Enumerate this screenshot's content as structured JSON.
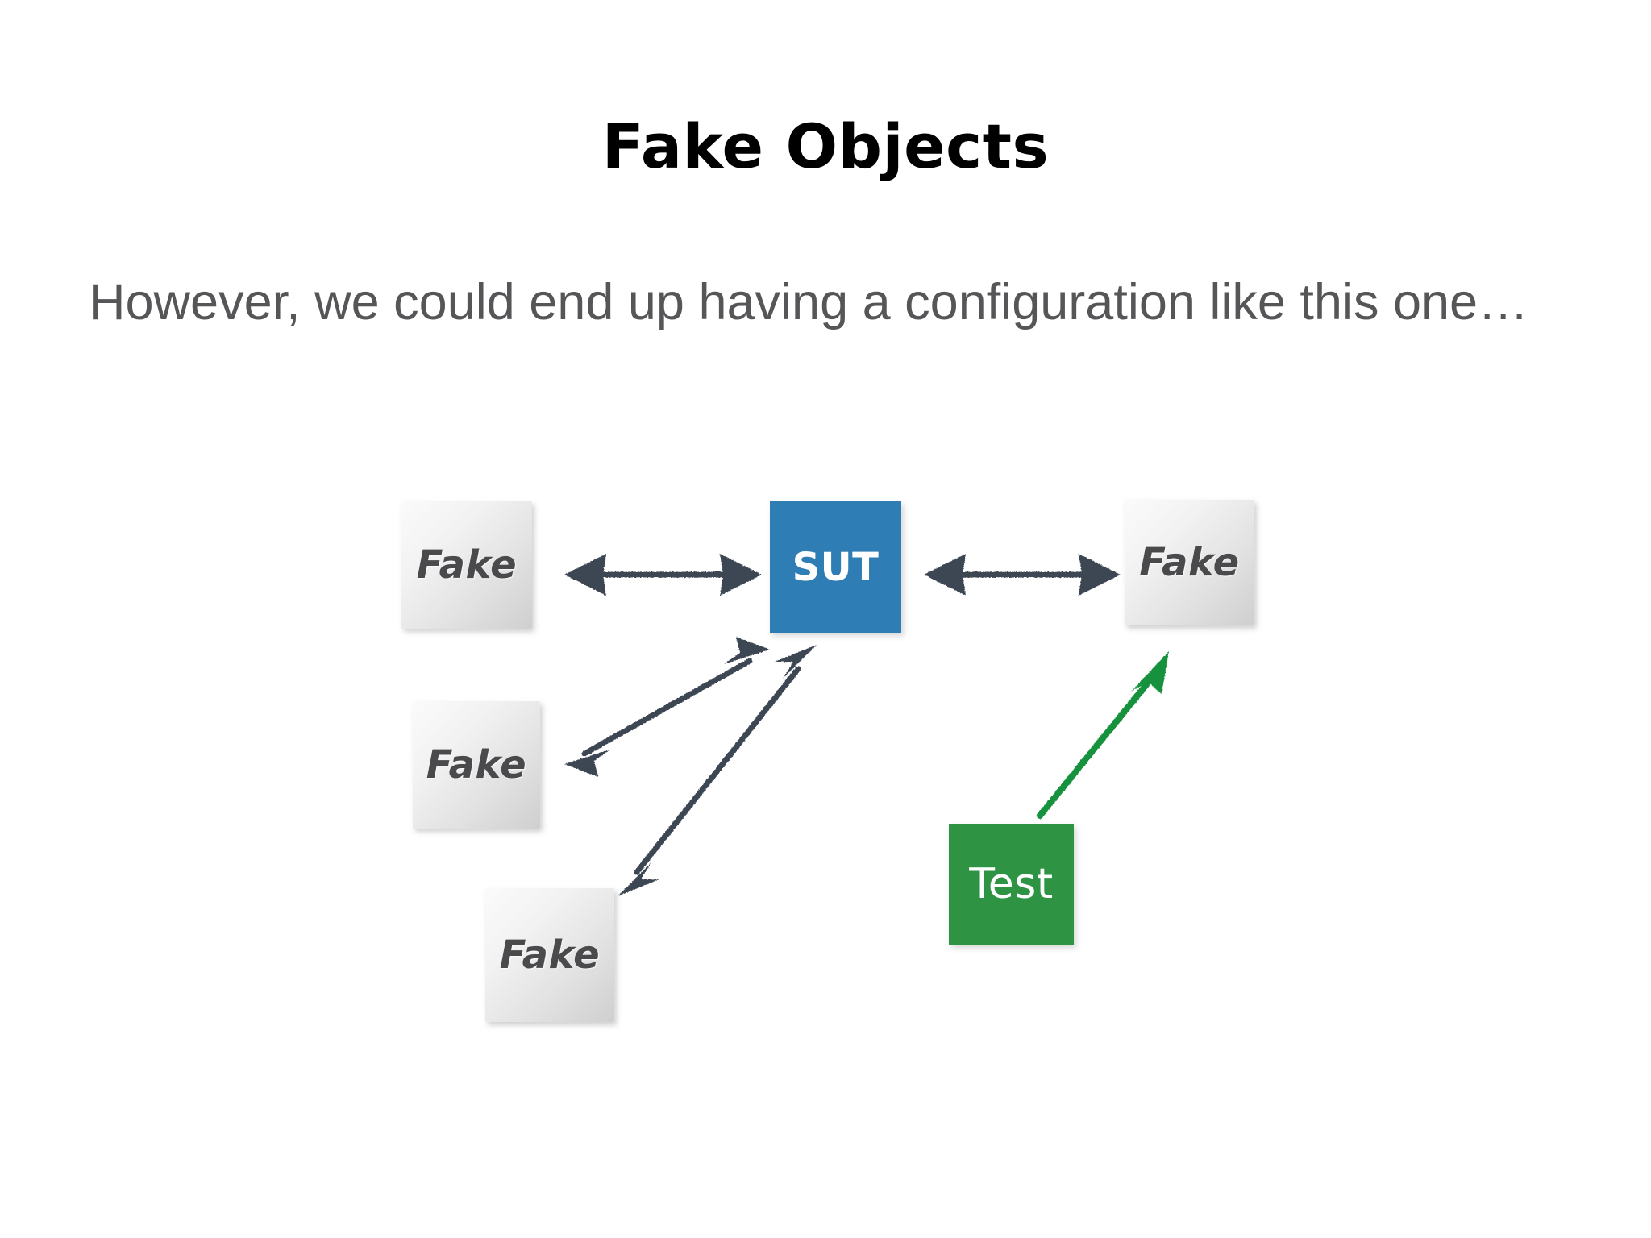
{
  "slide": {
    "title": "Fake Objects",
    "body": "However, we could end up having a configuration like this one…",
    "background_color": "#ffffff",
    "title_color": "#000000",
    "body_color": "#565659"
  },
  "diagram": {
    "name": "fake-objects-configuration",
    "colors": {
      "sut": "#2E7EB5",
      "test": "#2E9444",
      "fake_gradient_light": "#fbfbfb",
      "fake_gradient_dark": "#cfcfcf",
      "fake_label": "#4a4a4d",
      "arrow_dark": "#3E4653",
      "arrow_green": "#19913C"
    },
    "nodes": [
      {
        "id": "fake-left",
        "label": "Fake",
        "kind": "fake"
      },
      {
        "id": "sut",
        "label": "SUT",
        "kind": "sut"
      },
      {
        "id": "fake-right",
        "label": "Fake",
        "kind": "fake"
      },
      {
        "id": "fake-mid",
        "label": "Fake",
        "kind": "fake"
      },
      {
        "id": "fake-bottom",
        "label": "Fake",
        "kind": "fake"
      },
      {
        "id": "test",
        "label": "Test",
        "kind": "test"
      }
    ],
    "connections": [
      {
        "from": "sut",
        "to": "fake-left",
        "style": "double-arrow",
        "color": "#3E4653"
      },
      {
        "from": "sut",
        "to": "fake-right",
        "style": "double-arrow",
        "color": "#3E4653"
      },
      {
        "from": "sut",
        "to": "fake-mid",
        "style": "double-arrow",
        "color": "#3E4653"
      },
      {
        "from": "sut",
        "to": "fake-bottom",
        "style": "double-arrow",
        "color": "#3E4653"
      },
      {
        "from": "test",
        "to": "fake-right",
        "style": "single-arrow",
        "color": "#19913C"
      }
    ]
  }
}
